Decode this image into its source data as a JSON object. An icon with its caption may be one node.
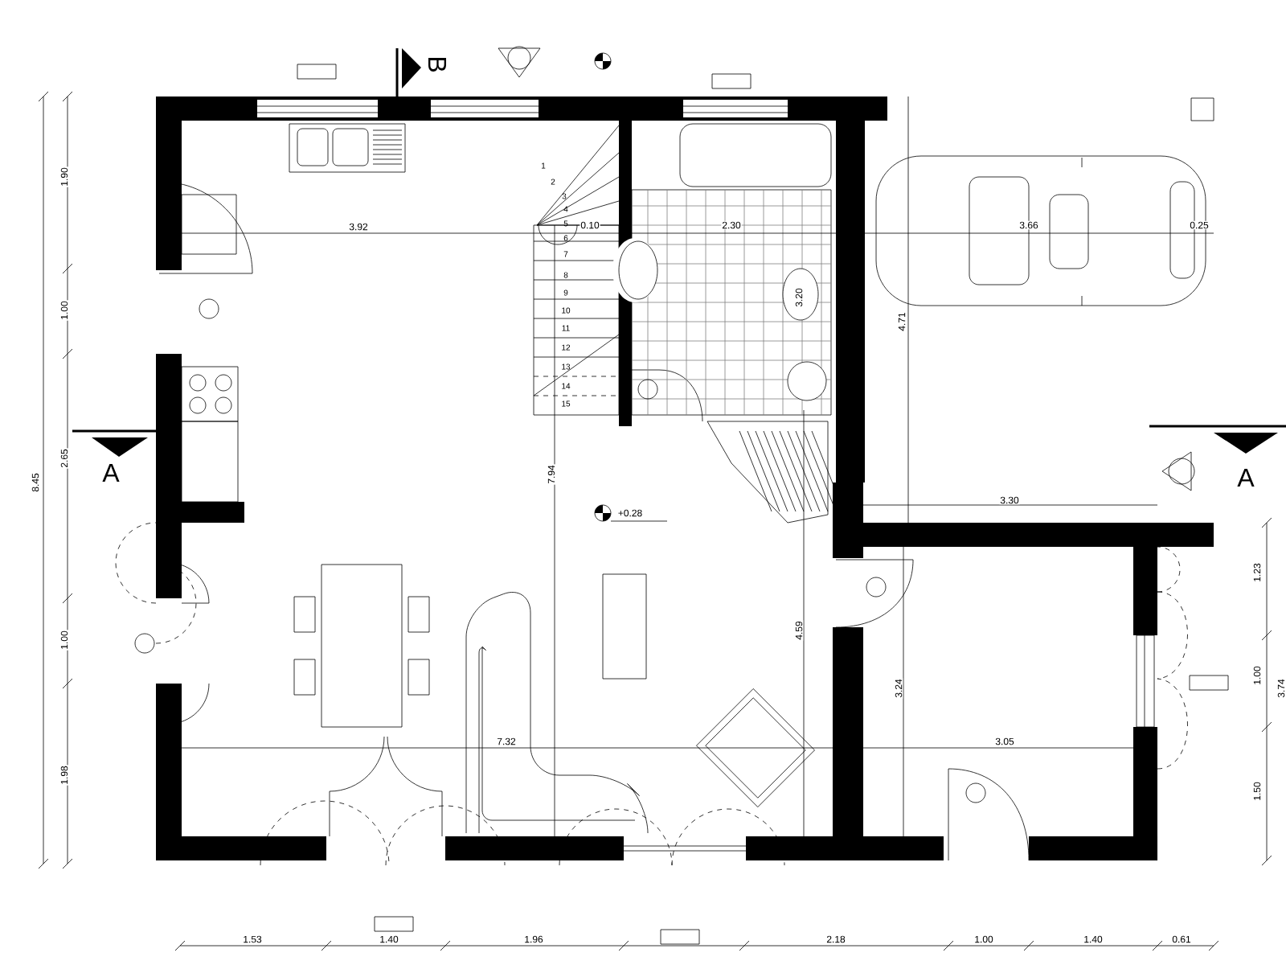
{
  "diagram": {
    "labels": [
      "B",
      "3.92",
      "0.10",
      "2.30",
      "3.66",
      "0.25",
      "1.90",
      "1.00",
      "3.20",
      "4.71",
      "2.65",
      "8.45",
      "A",
      "A",
      "3.30",
      "+0.28",
      "7.94",
      "1.00",
      "4.59",
      "3.24",
      "1.23",
      "1.00",
      "3.74",
      "7.32",
      "3.05",
      "1.98",
      "1.50",
      "1.53",
      "1.40",
      "1.96",
      "2.18",
      "1.00",
      "1.40",
      "0.61",
      "1",
      "2",
      "3",
      "4",
      "5",
      "6",
      "7",
      "8",
      "9",
      "10",
      "11",
      "12",
      "13",
      "14",
      "15"
    ]
  }
}
